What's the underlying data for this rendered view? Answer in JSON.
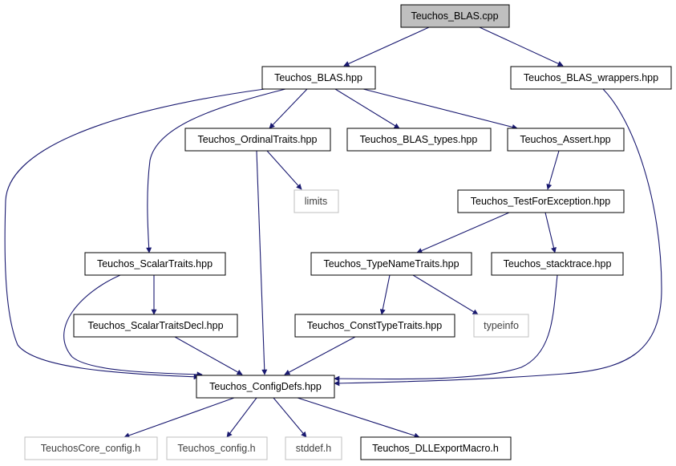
{
  "colors": {
    "edge": "#191970",
    "root_fill": "#bfbfbf",
    "box_stroke": "#000000",
    "external_stroke": "#bfbfbf",
    "text": "#000000",
    "external_text": "#404040"
  },
  "nodes": {
    "blas_cpp": "Teuchos_BLAS.cpp",
    "blas_hpp": "Teuchos_BLAS.hpp",
    "blas_wrappers": "Teuchos_BLAS_wrappers.hpp",
    "ordinal_traits": "Teuchos_OrdinalTraits.hpp",
    "blas_types": "Teuchos_BLAS_types.hpp",
    "assert": "Teuchos_Assert.hpp",
    "limits": "limits",
    "test_for_exception": "Teuchos_TestForException.hpp",
    "scalar_traits": "Teuchos_ScalarTraits.hpp",
    "type_name_traits": "Teuchos_TypeNameTraits.hpp",
    "stacktrace": "Teuchos_stacktrace.hpp",
    "scalar_traits_decl": "Teuchos_ScalarTraitsDecl.hpp",
    "const_type_traits": "Teuchos_ConstTypeTraits.hpp",
    "typeinfo": "typeinfo",
    "config_defs": "Teuchos_ConfigDefs.hpp",
    "core_config": "TeuchosCore_config.h",
    "teuchos_config": "Teuchos_config.h",
    "stddef": "stddef.h",
    "dll_export": "Teuchos_DLLExportMacro.h"
  },
  "edges": [
    [
      "blas_cpp",
      "blas_hpp"
    ],
    [
      "blas_cpp",
      "blas_wrappers"
    ],
    [
      "blas_hpp",
      "ordinal_traits"
    ],
    [
      "blas_hpp",
      "blas_types"
    ],
    [
      "blas_hpp",
      "assert"
    ],
    [
      "blas_hpp",
      "scalar_traits"
    ],
    [
      "blas_hpp",
      "config_defs"
    ],
    [
      "blas_wrappers",
      "config_defs"
    ],
    [
      "ordinal_traits",
      "limits"
    ],
    [
      "ordinal_traits",
      "config_defs"
    ],
    [
      "assert",
      "test_for_exception"
    ],
    [
      "test_for_exception",
      "type_name_traits"
    ],
    [
      "test_for_exception",
      "stacktrace"
    ],
    [
      "scalar_traits",
      "scalar_traits_decl"
    ],
    [
      "scalar_traits",
      "config_defs"
    ],
    [
      "type_name_traits",
      "const_type_traits"
    ],
    [
      "type_name_traits",
      "typeinfo"
    ],
    [
      "stacktrace",
      "config_defs"
    ],
    [
      "scalar_traits_decl",
      "config_defs"
    ],
    [
      "const_type_traits",
      "config_defs"
    ],
    [
      "config_defs",
      "core_config"
    ],
    [
      "config_defs",
      "teuchos_config"
    ],
    [
      "config_defs",
      "stddef"
    ],
    [
      "config_defs",
      "dll_export"
    ]
  ]
}
